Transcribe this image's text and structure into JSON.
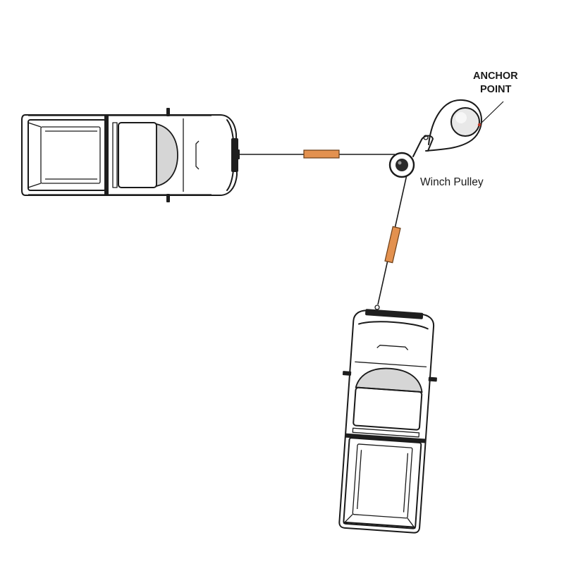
{
  "labels": {
    "anchor_line1": "ANCHOR",
    "anchor_line2": "POINT",
    "pulley": "Winch Pulley"
  },
  "colors": {
    "strap": "#e3914f",
    "outline": "#1a1a1a",
    "glass": "#d6d6d6",
    "anchor_marker": "#c0392b"
  }
}
